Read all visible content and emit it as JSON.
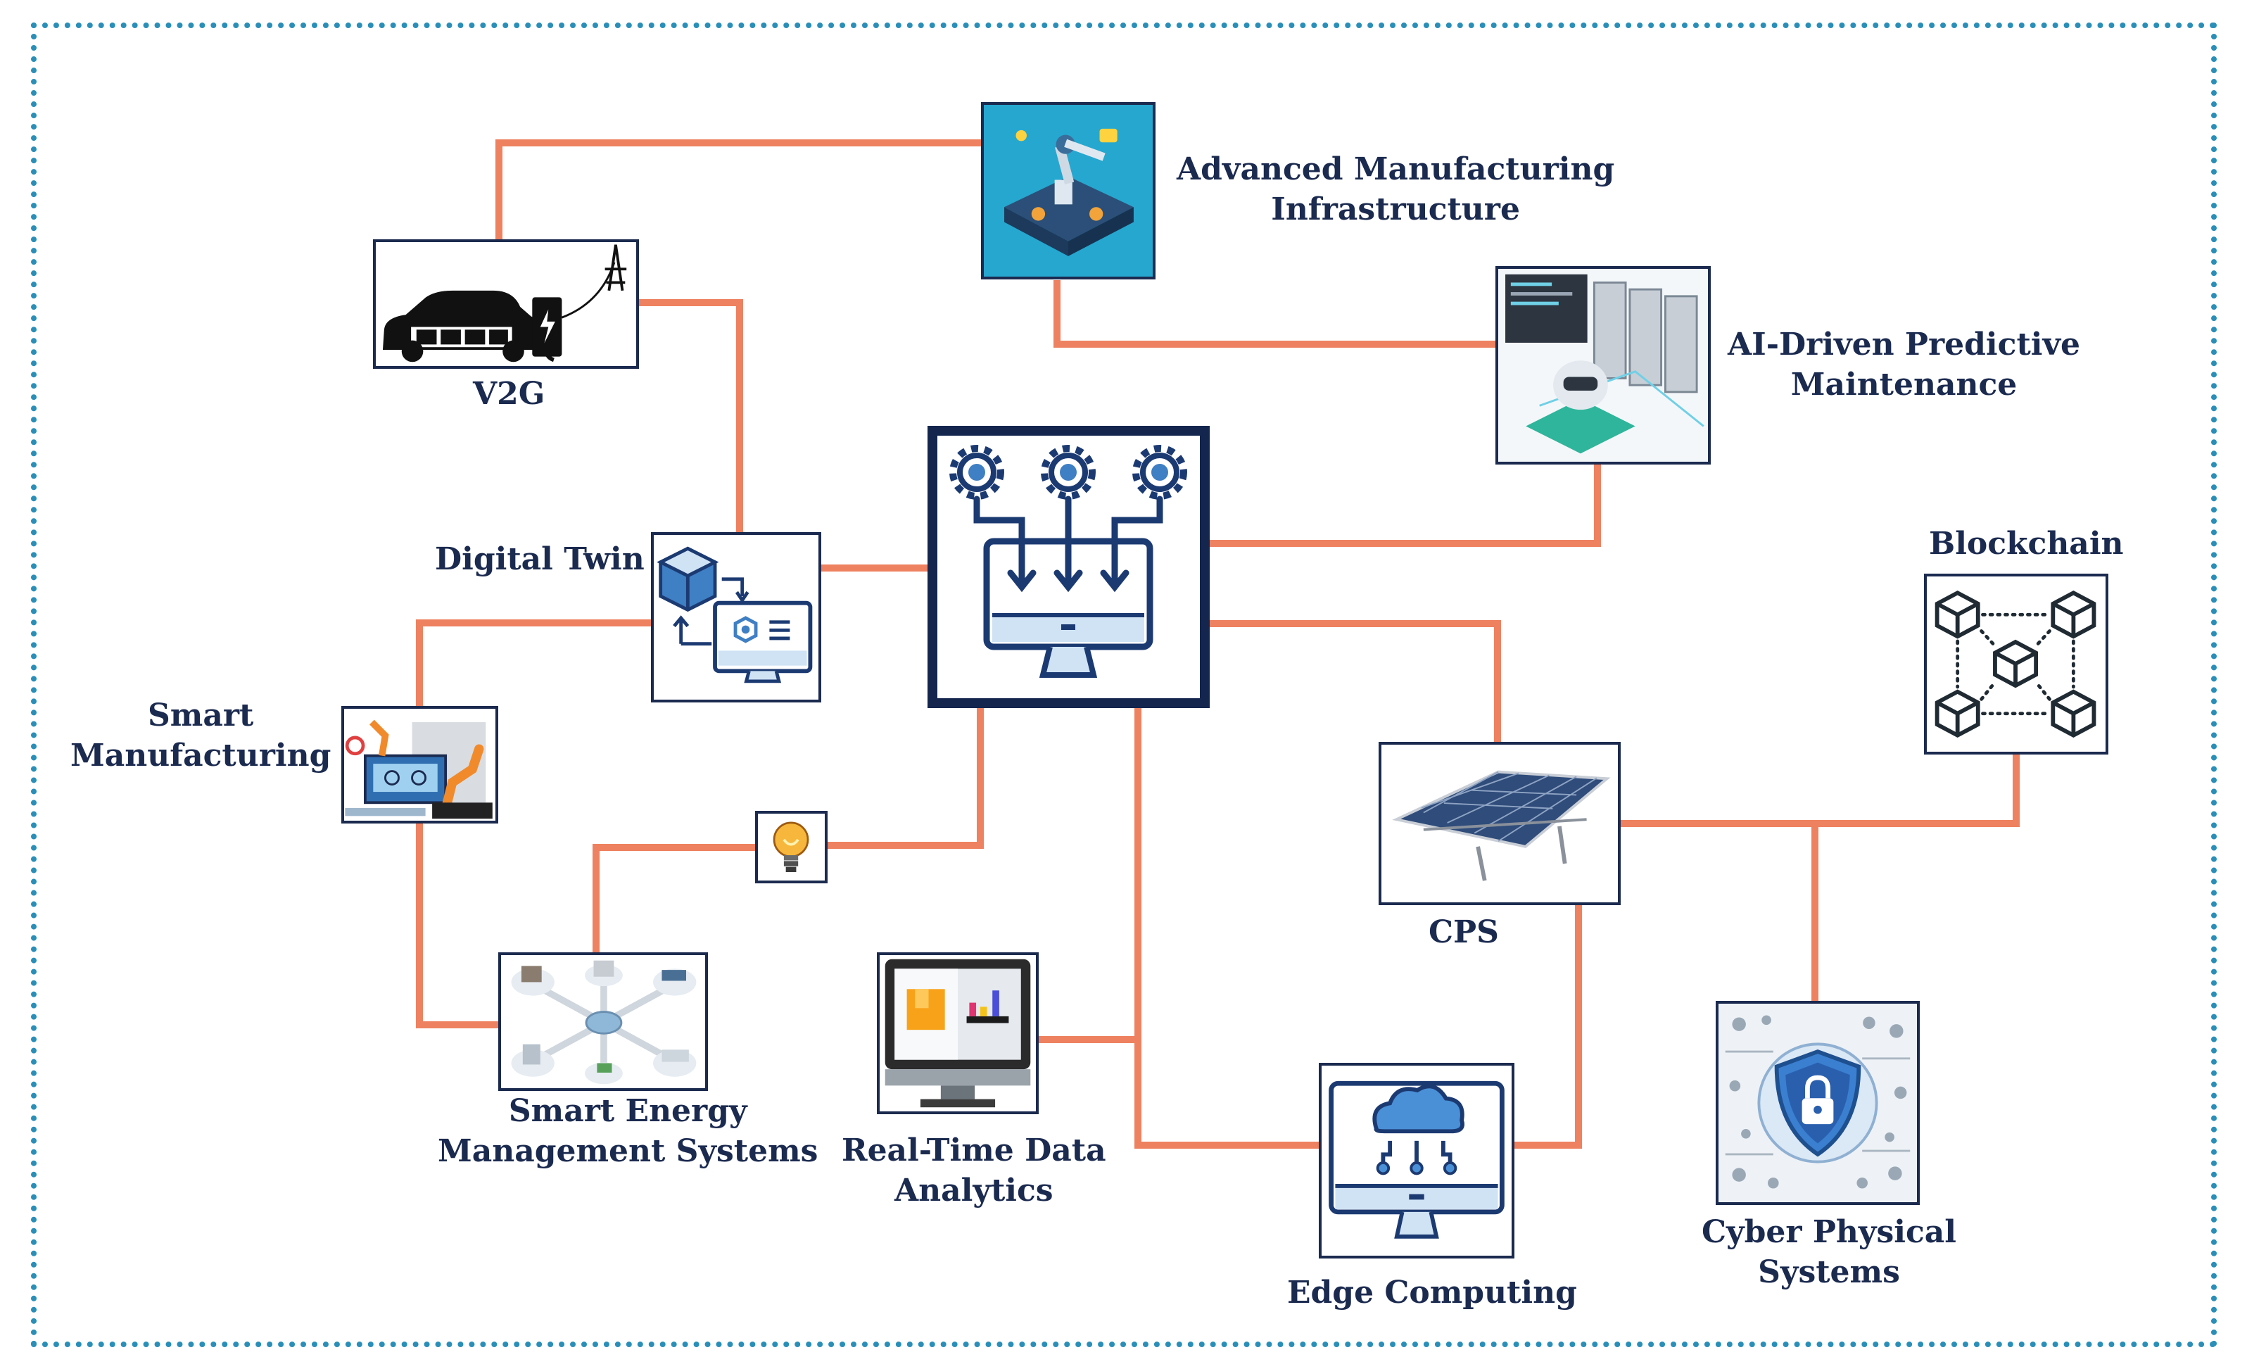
{
  "diagram": {
    "accent_colors": {
      "connector": "#ee8160",
      "frame": "#2a8fb8",
      "text": "#1b2a4f",
      "hub_border": "#14254e"
    },
    "hub": {
      "icon": "computer-gears-icon"
    },
    "nodes": {
      "advanced_manufacturing": {
        "lines": [
          "Advanced Manufacturing",
          "Infrastructure"
        ],
        "icon": "robot-arm-icon"
      },
      "ai_predictive": {
        "lines": [
          "AI-Driven Predictive",
          "Maintenance"
        ],
        "icon": "server-ai-icon"
      },
      "v2g": {
        "lines": [
          "V2G"
        ],
        "icon": "electric-car-charging-icon"
      },
      "digital_twin": {
        "lines": [
          "Digital Twin"
        ],
        "icon": "digital-twin-icon"
      },
      "smart_manufacturing": {
        "lines": [
          "Smart",
          "Manufacturing"
        ],
        "icon": "factory-robot-icon"
      },
      "light_bulb": {
        "icon": "light-bulb-icon"
      },
      "smart_energy": {
        "lines": [
          "Smart Energy",
          "Management Systems"
        ],
        "icon": "smart-grid-icon"
      },
      "real_time_analytics": {
        "lines": [
          "Real-Time Data",
          "Analytics"
        ],
        "icon": "analytics-monitor-icon"
      },
      "edge_computing": {
        "lines": [
          "Edge Computing"
        ],
        "icon": "cloud-monitor-icon"
      },
      "cps": {
        "lines": [
          "CPS"
        ],
        "icon": "solar-panel-icon"
      },
      "blockchain": {
        "lines": [
          "Blockchain"
        ],
        "icon": "blockchain-cubes-icon"
      },
      "cyber_physical": {
        "lines": [
          "Cyber Physical",
          "Systems"
        ],
        "icon": "security-shield-icon"
      }
    }
  }
}
